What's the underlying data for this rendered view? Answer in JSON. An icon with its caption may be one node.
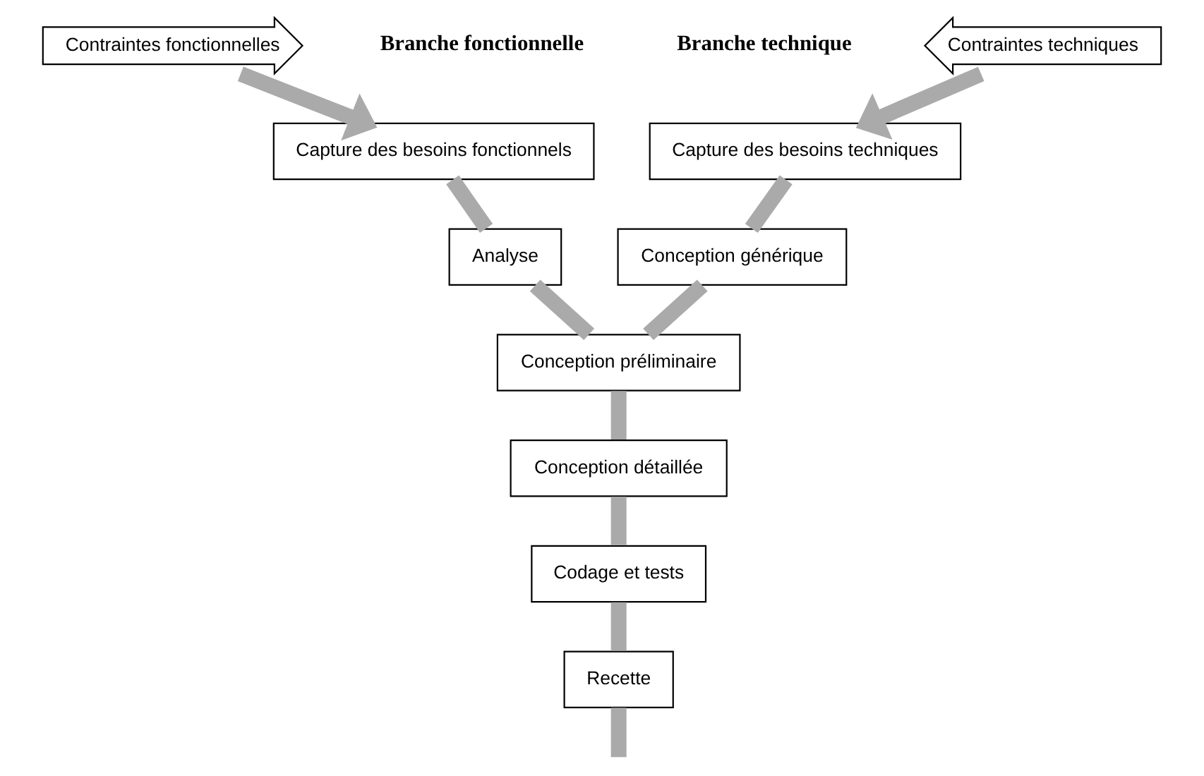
{
  "diagram": {
    "nodes": [
      {
        "text": [
          "Contraintes fonctionnelles"
        ]
      },
      {
        "text": [
          "Capture des besoins fonctionnels"
        ]
      },
      {
        "text": [
          "Analyse"
        ]
      },
      {
        "text": [
          "Contraintes techniques"
        ]
      },
      {
        "text": [
          "Capture des besoins techniques"
        ]
      },
      {
        "text": [
          "Conception générique"
        ]
      },
      {
        "text": [
          "Conception préliminaire"
        ]
      },
      {
        "text": [
          "Conception détaillée"
        ]
      },
      {
        "text": [
          "Codage et tests"
        ]
      },
      {
        "text": [
          "Recette"
        ]
      }
    ],
    "edges": [
      {
        "from": 0,
        "to": 1,
        "arrow": "to"
      },
      {
        "from": 1,
        "to": 2,
        "arrow": "none"
      },
      {
        "from": 2,
        "to": 6,
        "arrow": "none"
      },
      {
        "from": 3,
        "to": 4,
        "arrow": "to"
      },
      {
        "from": 4,
        "to": 5,
        "arrow": "none"
      },
      {
        "from": 5,
        "to": 6,
        "arrow": "none"
      },
      {
        "from": 6,
        "to": 7,
        "arrow": "none"
      },
      {
        "from": 7,
        "to": 8,
        "arrow": "none"
      },
      {
        "from": 8,
        "to": 9,
        "arrow": "none"
      },
      {
        "from": 9,
        "to": null,
        "arrow": "none"
      }
    ],
    "labels": [
      "Branche fonctionnelle",
      "Branche technique"
    ]
  }
}
